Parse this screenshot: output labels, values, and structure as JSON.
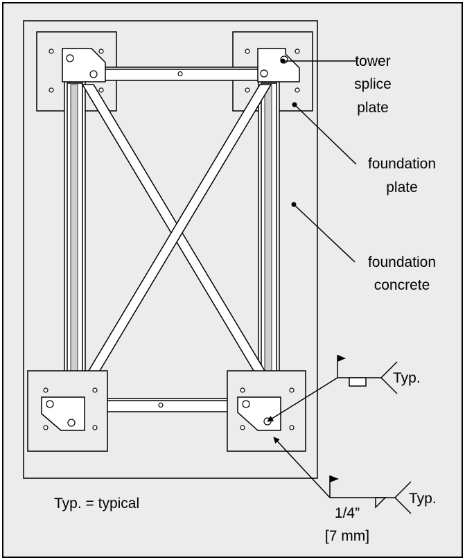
{
  "labels": {
    "tower": "tower",
    "splice": "splice",
    "plate1": "plate",
    "foundation1": "foundation",
    "plate2": "plate",
    "foundation2": "foundation",
    "concrete": "concrete",
    "typ_upper": "Typ.",
    "typ_lower": "Typ.",
    "legend": "Typ. = typical",
    "weld_size_imperial": "1/4”",
    "weld_size_metric": "[7 mm]"
  }
}
